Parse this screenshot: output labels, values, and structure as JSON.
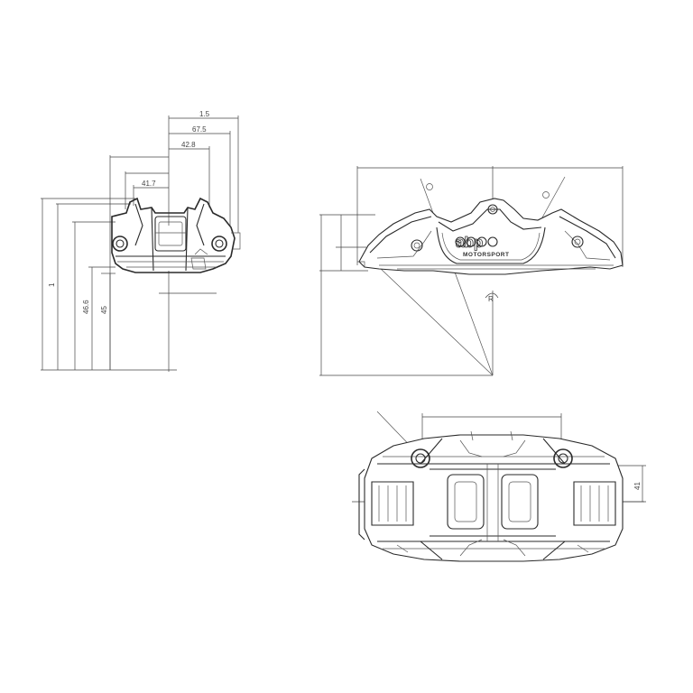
{
  "drawing": {
    "dimensions": {
      "side_width_a": "1.5",
      "side_width_b": "67.5",
      "side_width_c": "42.8",
      "side_width_d": "41.7",
      "side_height_b": "1",
      "side_height_c": "46.6",
      "side_height_d": "45",
      "front_radius": "R",
      "top_offset": "41"
    },
    "logo": {
      "brand": "abp",
      "subtitle": "MOTORSPORT"
    }
  }
}
